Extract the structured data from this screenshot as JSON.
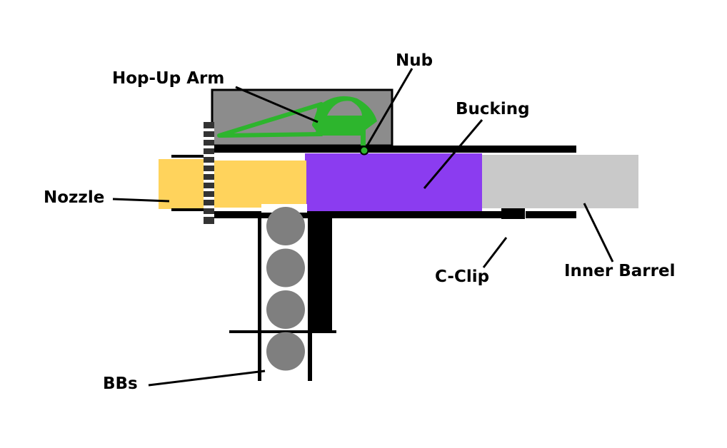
{
  "labels": {
    "hopup_arm": "Hop-Up Arm",
    "nub": "Nub",
    "bucking": "Bucking",
    "nozzle": "Nozzle",
    "c_clip": "C-Clip",
    "inner_barrel": "Inner Barrel",
    "bbs": "BBs"
  },
  "colors": {
    "nozzle": "#FFD35C",
    "bucking": "#8B3CF0",
    "inner_barrel": "#C9C9C9",
    "hopup_chamber": "#8C8C8C",
    "hopup_arm": "#2DB52D",
    "bb": "#7F7F7F",
    "outline": "#000000",
    "gear_dark": "#333333"
  },
  "bb_count": 4
}
